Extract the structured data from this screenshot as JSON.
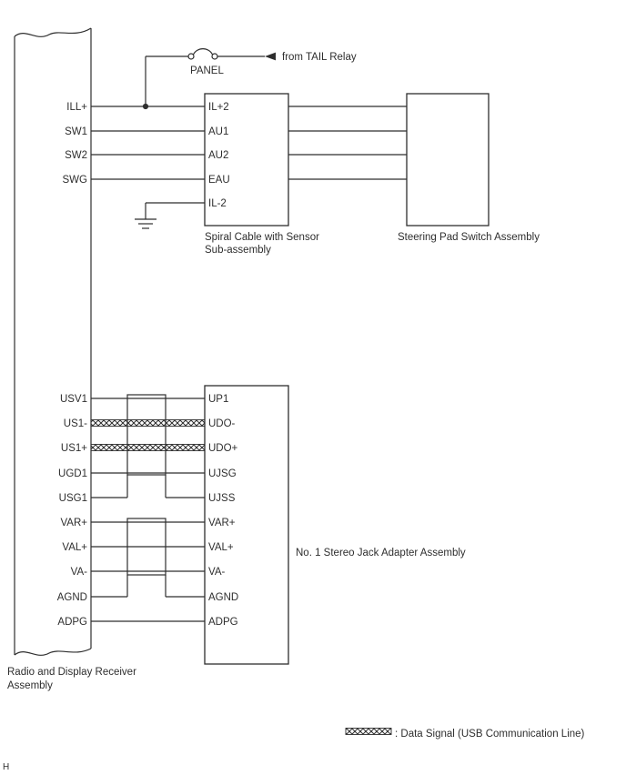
{
  "colors": {
    "line": "#2e2e2e",
    "background": "#ffffff"
  },
  "rail": {
    "caption_line1": "Radio and Display Receiver",
    "caption_line2": "Assembly",
    "top_pins": [
      "ILL+",
      "SW1",
      "SW2",
      "SWG"
    ],
    "bottom_pins": [
      "USV1",
      "US1-",
      "US1+",
      "UGD1",
      "USG1",
      "VAR+",
      "VAL+",
      "VA-",
      "AGND",
      "ADPG"
    ]
  },
  "power_feed": {
    "fuse_label": "PANEL",
    "source_label": "from TAIL Relay"
  },
  "spiral_cable": {
    "caption_line1": "Spiral Cable with Sensor",
    "caption_line2": "Sub-assembly",
    "pins": [
      "IL+2",
      "AU1",
      "AU2",
      "EAU",
      "IL-2"
    ]
  },
  "steering_pad": {
    "caption": "Steering Pad Switch Assembly"
  },
  "stereo_jack": {
    "caption": "No. 1 Stereo Jack Adapter Assembly",
    "pins": [
      "UP1",
      "UDO-",
      "UDO+",
      "UJSG",
      "UJSS",
      "VAR+",
      "VAL+",
      "VA-",
      "AGND",
      "ADPG"
    ]
  },
  "legend": {
    "data_signal_label": ": Data Signal (USB Communication Line)"
  },
  "page_marker": "H"
}
